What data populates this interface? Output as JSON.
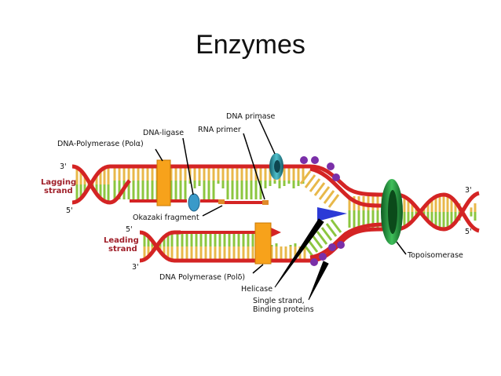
{
  "title": "Enzymes",
  "labels": {
    "dna_primase": "DNA primase",
    "dna_ligase": "DNA-ligase",
    "rna_primer": "RNA primer",
    "pol_alpha": "DNA-Polymerase (Polα)",
    "okazaki": "Okazaki fragment",
    "pol_delta": "DNA Polymerase (Polδ)",
    "helicase": "Helicase",
    "ssb_line1": "Single strand,",
    "ssb_line2": "Binding proteins",
    "topoisomerase": "Topoisomerase"
  },
  "strands": {
    "lagging_line1": "Lagging",
    "lagging_line2": "strand",
    "leading_line1": "Leading",
    "leading_line2": "strand"
  },
  "ends": {
    "left_top_3": "3'",
    "left_mid_5": "5'",
    "leading_5": "5'",
    "leading_3": "3'",
    "right_top_3": "3'",
    "right_bottom_5": "5'"
  },
  "colors": {
    "backbone": "#d42424",
    "rung_green": "#8cc63f",
    "rung_yellow": "#e8b84a",
    "polymerase": "#f7a21b",
    "primase": "#2a8c9a",
    "ligase": "#3a9ac9",
    "ssb": "#7a2fa8",
    "helicase": "#2c3ad6",
    "topoisomerase": "#1e8a3a",
    "strand_label": "#a0202a"
  }
}
